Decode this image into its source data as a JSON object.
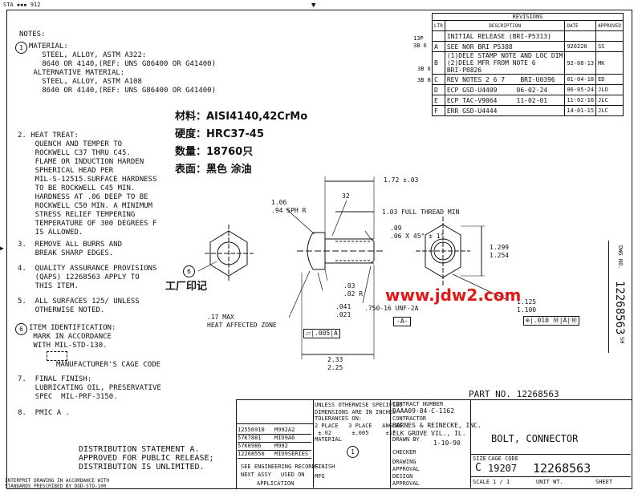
{
  "header": {
    "corner": "STA ▪▪▪ 912"
  },
  "notes": {
    "title": "NOTES:",
    "n1_num": "1",
    "n1": "MATERIAL:\n   STEEL, ALLOY, ASTM A322:\n   8640 OR 4140,(REF: UNS G86400 OR G41400)\n ALTERNATIVE MATERIAL:\n   STEEL, ALLOY, ASTM A108\n   8640 OR 4140,(REF: UNS G86400 OR G41400)",
    "n2": "2. HEAT TREAT:\n    QUENCH AND TEMPER TO\n    ROCKWELL C37 THRU C45.\n    FLAME OR INDUCTION HARDEN\n    SPHERICAL HEAD PER\n    MIL-S-12515.SURFACE HARDNESS\n    TO BE ROCKWELL C45 MIN.\n    HARDNESS AT .06 DEEP TO BE\n    ROCKWELL C50 MIN. A MINIMUM\n    STRESS RELIEF TEMPERING\n    TEMPERATURE OF 300 DEGREES F\n    IS ALLOWED.",
    "n3": "3.  REMOVE ALL BURRS AND\n    BREAK SHARP EDGES.",
    "n4": "4.  QUALITY ASSURANCE PROVISIONS\n    (QAPS) 12268563 APPLY TO\n    THIS ITEM.",
    "n5": "5.  ALL SURFACES 125/ UNLESS\n    OTHERWISE NOTED.",
    "n6_num": "6",
    "n6": "ITEM IDENTIFICATION:\n MARK IN ACCORDANCE\n WITH MIL-STD-130.",
    "n6b": "MANUFACTURER'S CAGE CODE",
    "n7": "7.  FINAL FINISH:\n    LUBRICATING OIL, PRESERVATIVE\n    SPEC  MIL-PRF-3150.",
    "n8": "8.  PMIC A ."
  },
  "chinese": {
    "material": "材料：AISI4140,42CrMo",
    "hardness": "硬度：HRC37-45",
    "qty": "数量：18760只",
    "surface": "表面：黑色 涂油",
    "factory_mark": "工厂印记"
  },
  "revisions": {
    "title": "REVISIONS",
    "col_ltr": "LTR",
    "col_desc": "DESCRIPTION",
    "col_date": "DATE",
    "col_appr": "APPROVED",
    "rows": [
      {
        "ltr": "",
        "desc": "INITIAL RELEASE (BRI-P5313)",
        "date": "",
        "appr": ""
      },
      {
        "ltr": "A",
        "desc": "SEE NOR BRI P5388",
        "date": "920220",
        "appr": "SS"
      },
      {
        "ltr": "B",
        "desc": "(1)DELE STAMP NOTE AND LOC DIM\n(2)DELE MFR FROM NOTE 6\nBRI-P8826",
        "date": "92-08-13",
        "appr": "MK"
      },
      {
        "ltr": "C",
        "desc": "REV NOTES 2 6 7    BRI-U0396",
        "date": "01-04-18",
        "appr": "ED"
      },
      {
        "ltr": "D",
        "desc": "ECP GSD-U4409     06-02-24",
        "date": "06-05-24",
        "appr": "JLO"
      },
      {
        "ltr": "E",
        "desc": "ECP TAC-V9064     11-02-01",
        "date": "11-02-16",
        "appr": "JLC"
      },
      {
        "ltr": "F",
        "desc": "ERR GSD-U4444",
        "date": "14-01-15",
        "appr": "JLC"
      }
    ],
    "side_marks": [
      "13P\n3B 6",
      "3B 6",
      "3B 8"
    ]
  },
  "dims": {
    "sph_r": "1.06\n.94 SPH R",
    "angle": "32",
    "overall": "1.72 ±.03",
    "full_thread": "1.03 FULL THREAD MIN",
    "chamfer": ".09\n.06 X 45° ± 1°",
    "r_small": ".03\n.02 R",
    "head_len": ".041\n.021",
    "thread": ".750-16 UNF-2A",
    "datum_a": "-A-",
    "hex_dia": "1.299\n1.254",
    "hex_af": "1.125\n1.100",
    "position": "⊕|.010 Ⓜ|A|Ⓜ",
    "heat_zone": ".17 MAX\nHEAT AFFECTED ZONE",
    "flat": "⏥|.005|A",
    "length": "2.33\n2.25",
    "note6_circle": "6"
  },
  "watermark": "www.jdw2.com",
  "right_strip": {
    "dwg_no": "DWG NO.",
    "number": "12268563",
    "sh": "SH"
  },
  "titleblock": {
    "part_no": "PART NO. 12268563",
    "unless": "UNLESS OTHERWISE SPECIFIED\nDIMENSIONS ARE IN INCHES",
    "tolerances": "TOLERANCES ON:\n2 PLACE   3 PLACE   ANGLES\n ±.02      ±.005     ±1°",
    "material": "MATERIAL",
    "mat_circle": "1",
    "finish": "FINISH",
    "contract_no_label": "CONTRACT NUMBER",
    "contract_no": "DAAA09-84-C-1162",
    "contractor_label": "CONTRACTOR",
    "contractor": "BARNES & REINECKE, INC.\nELK GROVE VIL., IL.",
    "drawn_by_label": "DRAWN BY",
    "drawn_date": "1-10-90",
    "checker_label": "CHECKER",
    "drawing_approval": "DRAWING\nAPPROVAL",
    "design_approval": "DESIGN\nAPPROVAL",
    "title": "BOLT, CONNECTOR",
    "size_label": "SIZE",
    "size": "C",
    "cage_label": "CAGE CODE",
    "cage": "19207",
    "dwg_number": "12268563",
    "scale_label": "SCALE",
    "scale": "1 / 1",
    "unit_wt": "UNIT WT.",
    "sheet": "SHEET",
    "used_on": [
      {
        "a": "12556910",
        "b": "M992A2"
      },
      {
        "a": "57K7881",
        "b": "MIO9A6"
      },
      {
        "a": "57K0986",
        "b": "M992"
      },
      {
        "a": "12268550",
        "b": "MIO9SERIES"
      }
    ],
    "see_eng": "SEE ENGINEERING RECORDS",
    "next_assy": "NEXT ASSY",
    "used_on_label": "USED ON",
    "application": "APPLICATION",
    "mfg": "MFG"
  },
  "distribution": "DISTRIBUTION STATEMENT A.\nAPPROVED FOR PUBLIC RELEASE;\nDISTRIBUTION IS UNLIMITED.",
  "footer": "INTERPRET DRAWING IN ACCORDANCE WITH\nSTANDARDS PRESCRIBED BY DOD-STD-100"
}
